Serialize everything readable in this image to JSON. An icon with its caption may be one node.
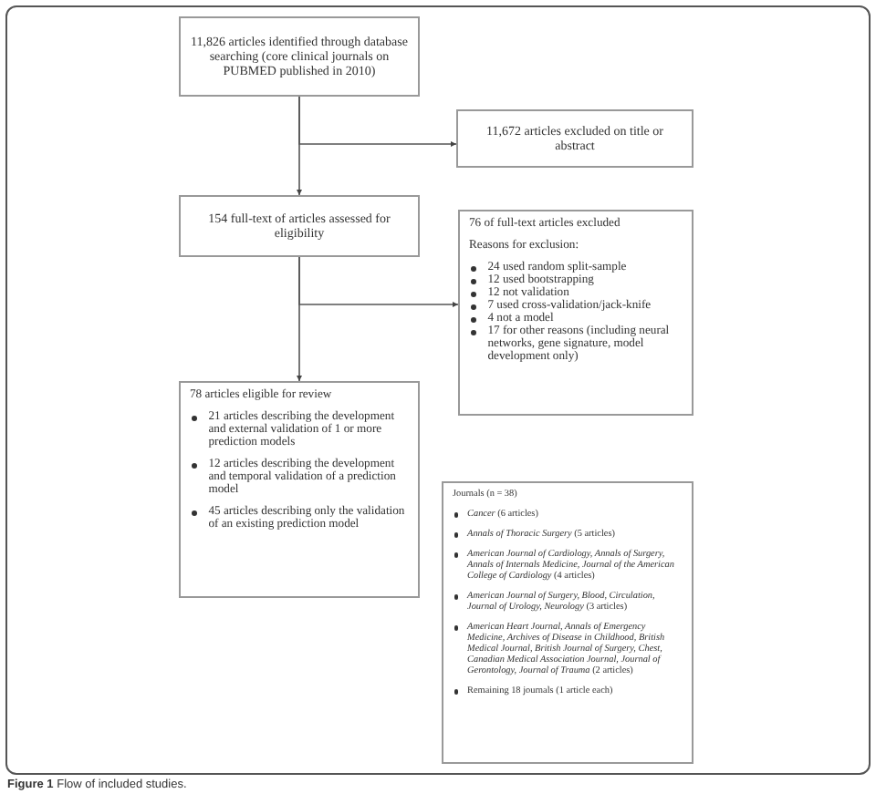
{
  "diagram": {
    "caption": "**Figure 1** Flow of included studies.",
    "nodes": [
      {
        "text": [
          "11,826 articles identified through database searching (core clinical journals on PUBMED published in 2010)"
        ]
      },
      {
        "text": [
          "11,672 articles excluded on title or abstract"
        ]
      },
      {
        "text": [
          "154 full-text of articles assessed for eligibility"
        ]
      },
      {
        "text": [
          "76 of full-text articles excluded",
          "Reasons for exclusion:",
          "24 used random split-sample",
          "12 used bootstrapping",
          "12 not validation",
          "7 used cross-validation/jack-knife",
          "4 not a model",
          "17 for other reasons (including neural networks, gene signature, model development only)"
        ]
      },
      {
        "text": [
          "78 articles eligible for review",
          "21 articles describing the development and external validation of 1 or more prediction models",
          "12 articles describing the development and temporal validation of a prediction model",
          "45 articles describing only the validation of an existing prediction model"
        ]
      },
      {
        "text": [
          "Journals (n = 38)",
          "*Cancer* (6 articles)",
          "*Annals of Thoracic Surgery* (5 articles)",
          "*American Journal of Cardiology, Annals of Surgery, Annals of Internals Medicine, Journal of the American College of Cardiology* (4 articles)",
          "*American Journal of Surgery, Blood, Circulation, Journal of Urology, Neurology* (3 articles)",
          "*American Heart Journal, Annals of Emergency Medicine, Archives of Disease in Childhood, British Medical Journal, British Journal of Surgery, Chest, Canadian Medical Association Journal, Journal of Gerontology, Journal of Trauma* (2 articles)",
          "Remaining 18 journals (1 article each)"
        ]
      }
    ],
    "edges": [
      {
        "from": 0,
        "to": 2,
        "arrow": "to"
      },
      {
        "from": 0,
        "to": 1,
        "arrow": "to"
      },
      {
        "from": 2,
        "to": 4,
        "arrow": "to"
      },
      {
        "from": 2,
        "to": 3,
        "arrow": "to"
      }
    ]
  }
}
